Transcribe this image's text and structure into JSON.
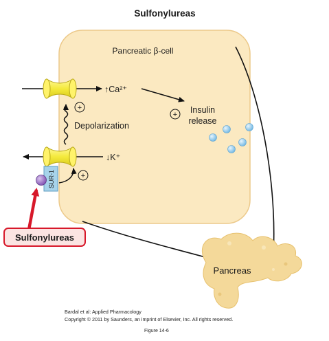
{
  "title": "Sulfonylureas",
  "cell_label": "Pancreatic β-cell",
  "calcium_label": "↑Ca²⁺",
  "potassium_label": "↓K⁺",
  "depolarization_label": "Depolarization",
  "insulin_label_line1": "Insulin",
  "insulin_label_line2": "release",
  "receptor_label": "SUR-1",
  "drug_label": "Sulfonylureas",
  "organ_label": "Pancreas",
  "plus_sign": "+",
  "credit_line1": "Bardal et al: Applied Pharmacology",
  "credit_line2": "Copyright © 2011 by Saunders, an imprint of Elsevier, Inc. All rights reserved.",
  "figure_label": "Figure 14-6",
  "colors": {
    "cell_fill": "#fbe9c1",
    "cell_stroke": "#ecc98a",
    "channel_yellow": "#f4ea3c",
    "receptor_blue": "#a7d3ea",
    "drug_purple": "#9c6cc4",
    "drug_arrow_red": "#d7182a",
    "drug_box_fill": "#fbe4e2",
    "insulin_blue": "#8fc8ec",
    "pancreas_fill": "#f4d99a"
  }
}
